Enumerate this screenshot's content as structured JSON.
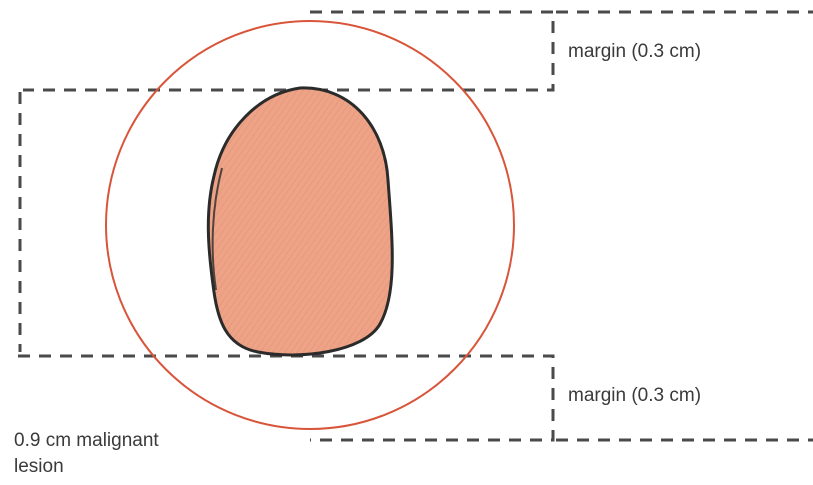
{
  "labels": {
    "margin_top": "margin (0.3 cm)",
    "margin_bottom": "margin (0.3 cm)",
    "lesion_line1": "0.9 cm malignant",
    "lesion_line2": "lesion"
  },
  "colors": {
    "excision_circle": "#d9553a",
    "lesion_fill": "#eea386",
    "lesion_outline": "#2b2b2b",
    "dashed_lines": "#4a4a4a",
    "text": "#3a3a3a"
  }
}
